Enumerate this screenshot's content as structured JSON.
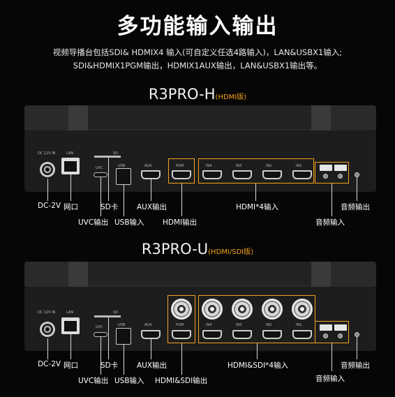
{
  "title": "多功能输入输出",
  "desc1": "视频导播台包括SDI& HDMIX4 输入(可自定义任选4路输入)，LAN&USBX1输入;",
  "desc2": "SDI&HDMIX1PGM输出，HDMIX1AUX输出，LAN&USBX1输出等。",
  "device1": {
    "name": "R3PRO-H",
    "sub": "(HDMI版)",
    "panel": {
      "dc": "DC 12V IN",
      "lan": "LAN",
      "sd": "SD",
      "uvc": "UVC",
      "usb": "USB",
      "aux": "AUX",
      "pgm": "PGM",
      "in4": "IN4",
      "in3": "IN3",
      "in2": "IN2",
      "in1": "IN1"
    },
    "labels": {
      "dc": "DC-2V",
      "lan": "网口",
      "uvc": "UVC输出",
      "sd": "SD卡",
      "usb": "USB输入",
      "aux": "AUX输出",
      "hdmi_out": "HDMI输出",
      "hdmi_in": "HDMI*4输入",
      "audio_in": "音频输入",
      "audio_out": "音频输出"
    }
  },
  "device2": {
    "name": "R3PRO-U",
    "sub": "(HDMI/SDI版)",
    "panel": {
      "dc": "DC 12V IN",
      "lan": "LAN",
      "sd": "SD",
      "uvc": "UVC",
      "usb": "USB",
      "aux": "AUX",
      "pgm": "PGM",
      "in4": "IN4",
      "in3": "IN3",
      "in2": "IN2",
      "in1": "IN1"
    },
    "labels": {
      "dc": "DC-2V",
      "lan": "网口",
      "uvc": "UVC输出",
      "sd": "SD卡",
      "usb": "USB输入",
      "aux": "AUX输出",
      "hdmi_out": "HDMI&SDI输出",
      "hdmi_in": "HDMI&SDI*4输入",
      "audio_in": "音频输入",
      "audio_out": "音频输出"
    }
  },
  "colors": {
    "accent": "#f5a21b",
    "panel": "#1f1f1f",
    "bg": "#060606"
  }
}
